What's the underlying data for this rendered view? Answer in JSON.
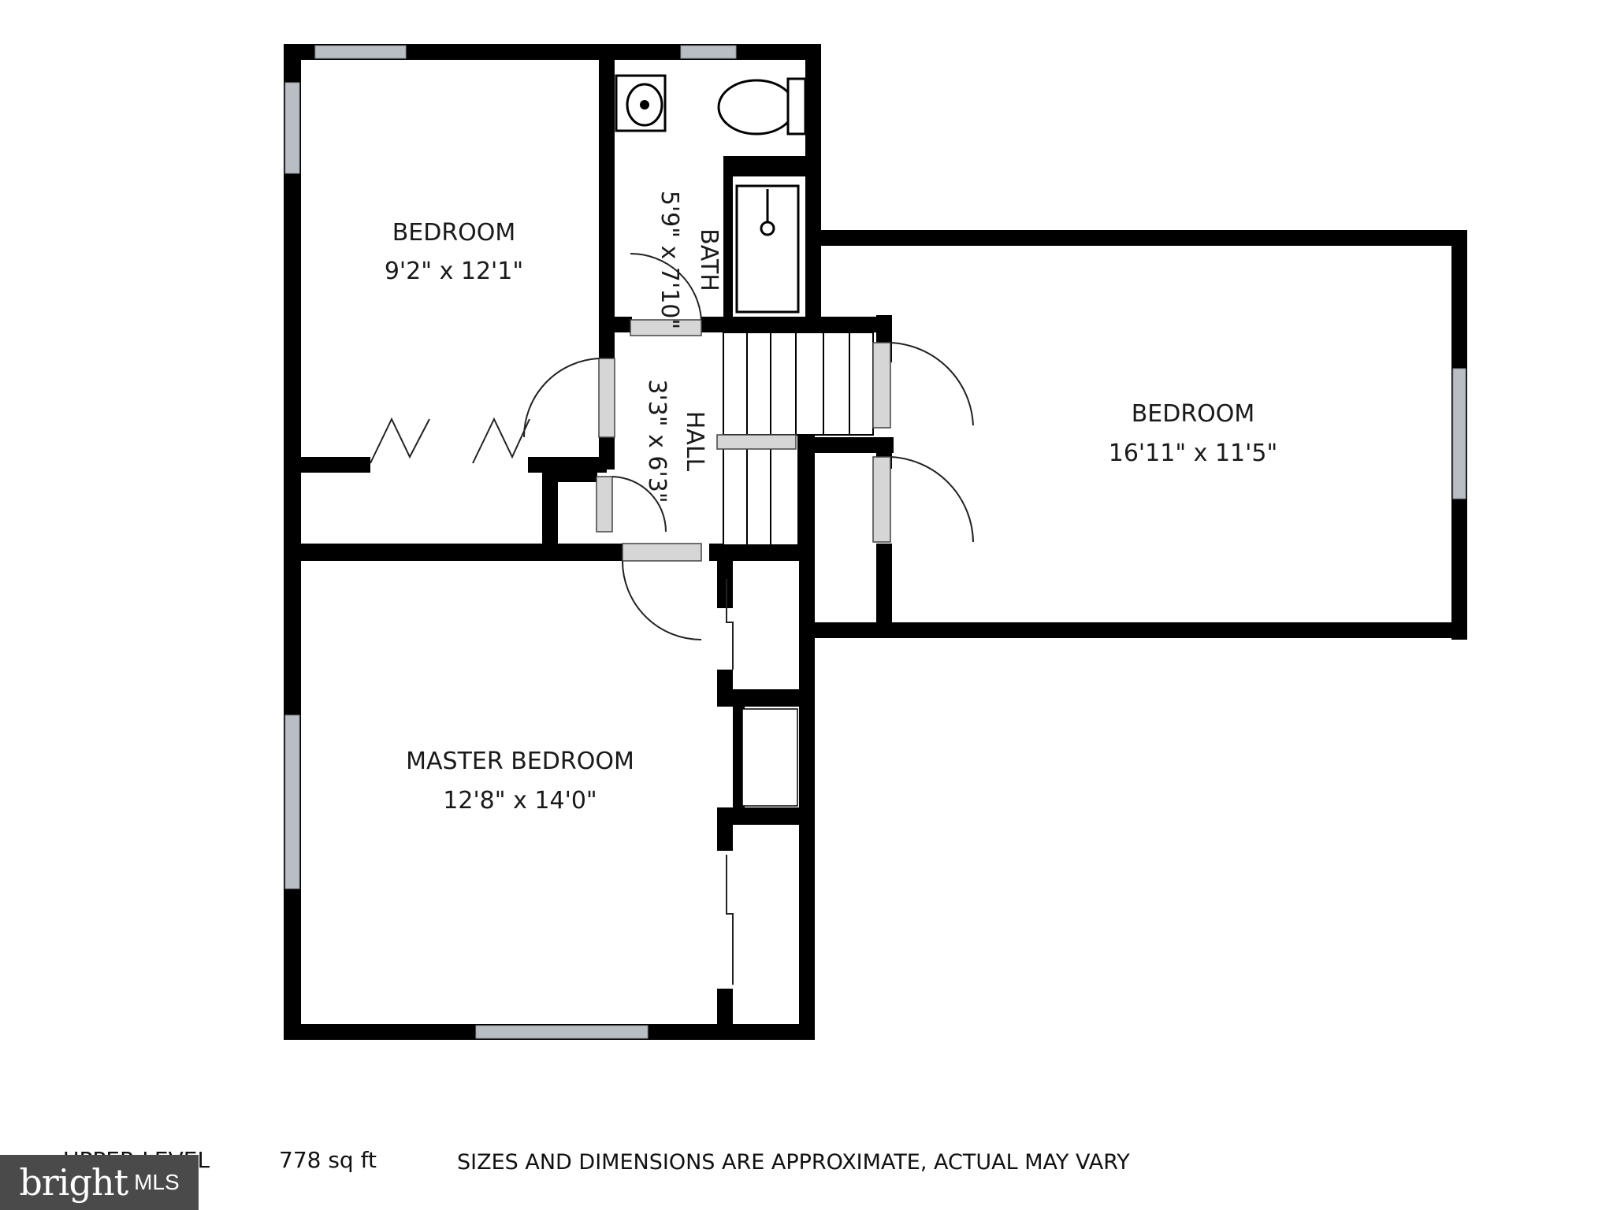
{
  "rooms": {
    "bedroom_top_left": {
      "name": "BEDROOM",
      "size": "9'2\" x 12'1\""
    },
    "bath": {
      "name": "BATH",
      "size": "5'9\" x 7'10\""
    },
    "hall": {
      "name": "HALL",
      "size": "3'3\" x 6'3\""
    },
    "bedroom_right": {
      "name": "BEDROOM",
      "size": "16'11\" x 11'5\""
    },
    "master_bedroom": {
      "name": "MASTER BEDROOM",
      "size": "12'8\" x 14'0\""
    }
  },
  "footer": {
    "level": "UPPER LEVEL",
    "area": "778 sq ft",
    "disclaimer": "SIZES AND DIMENSIONS ARE APPROXIMATE, ACTUAL MAY VARY"
  },
  "logo": {
    "brand": "bright",
    "suffix": "MLS"
  },
  "colors": {
    "wall": "#000000",
    "window": "#b9bec4",
    "logo_bg": "#4a4a4a",
    "logo_accent": "#e8433c"
  }
}
